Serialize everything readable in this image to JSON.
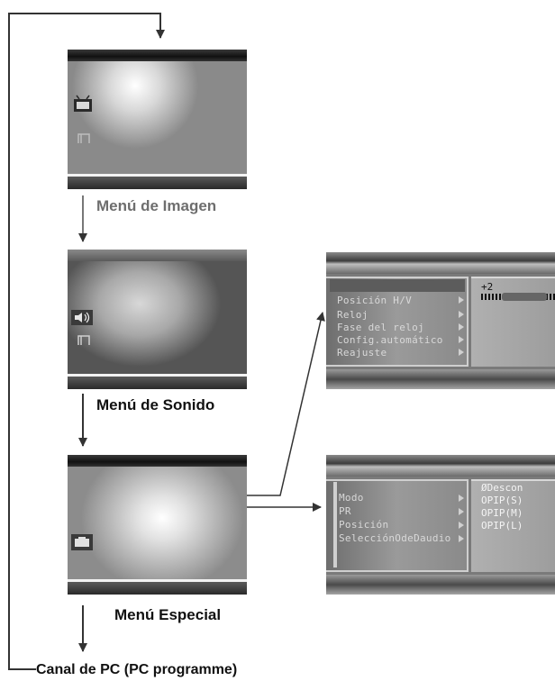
{
  "captions": {
    "imagen": "Menú de Imagen",
    "sonido": "Menú de Sonido",
    "especial": "Menú Especial",
    "pc": "Canal de PC (PC programme)"
  },
  "screen_menu": {
    "items": [
      "Posición H/V",
      "Reloj",
      "Fase del reloj",
      "Config.automático",
      "Reajuste"
    ],
    "value": "+2"
  },
  "pip_menu": {
    "items": [
      "Modo",
      "PR",
      "Posición",
      "SelecciónOdeDaudio"
    ],
    "options": [
      "ØDescon",
      "OPIP(S)",
      "OPIP(M)",
      "OPIP(L)"
    ]
  },
  "icons": [
    "tv-icon",
    "speaker-icon",
    "special-icon",
    "unknown-icon"
  ],
  "colors": {
    "caption_grey": "#6e6e6e",
    "caption_black": "#111111",
    "line": "#333333"
  }
}
